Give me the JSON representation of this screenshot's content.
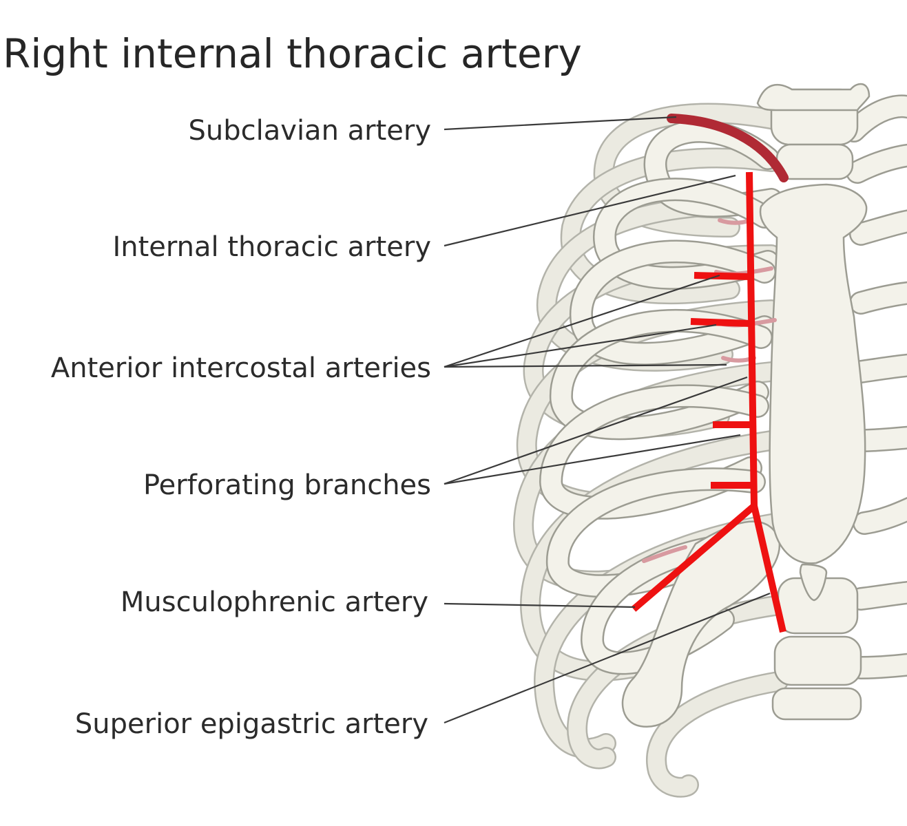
{
  "title": "Right internal thoracic artery",
  "labels": {
    "subclavian": "Subclavian artery",
    "internal_thoracic": "Internal thoracic artery",
    "anterior_intercostal": "Anterior intercostal arteries",
    "perforating": "Perforating branches",
    "musculophrenic": "Musculophrenic artery",
    "superior_epigastric": "Superior epigastric artery"
  },
  "colors": {
    "artery_highlight": "#ee1111",
    "subclavian": "#b02a35",
    "bone": "#f3f2ea",
    "text": "#2b2b2b"
  }
}
